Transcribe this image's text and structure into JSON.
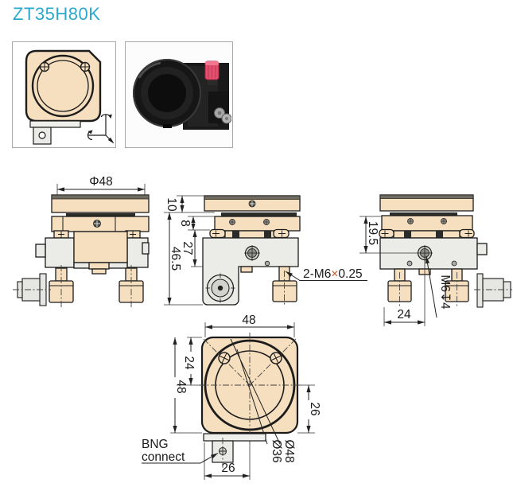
{
  "title": "ZT35H80K",
  "colors": {
    "accent": "#2BA9CD",
    "part_beige": "#F6DFBE",
    "part_gray": "#EBEBE8",
    "dark_band": "#6F6B60",
    "outline": "#1C1C1C",
    "knob_pink": "#E3506E",
    "times_highlight": "#C8541E"
  },
  "views": {
    "front": {
      "dim_diameter": "Φ48"
    },
    "side": {
      "dim_10": "10",
      "dim_8": "8",
      "dim_27": "27",
      "dim_46_5": "46.5",
      "thread_prefix": "2-M6",
      "thread_times": "×",
      "thread_pitch": "0.25"
    },
    "end": {
      "dim_19_5": "19.5",
      "dim_24": "24",
      "depth_label": "M6↧4"
    },
    "bottom": {
      "dim_top_48": "48",
      "dim_left_24": "24",
      "dim_left_48": "48",
      "dim_right_26": "26",
      "dim_bottom_26": "26",
      "dia_36": "Ø36",
      "dia_48": "Ø48",
      "bnc_line1": "BNG",
      "bnc_line2": "connect"
    }
  }
}
